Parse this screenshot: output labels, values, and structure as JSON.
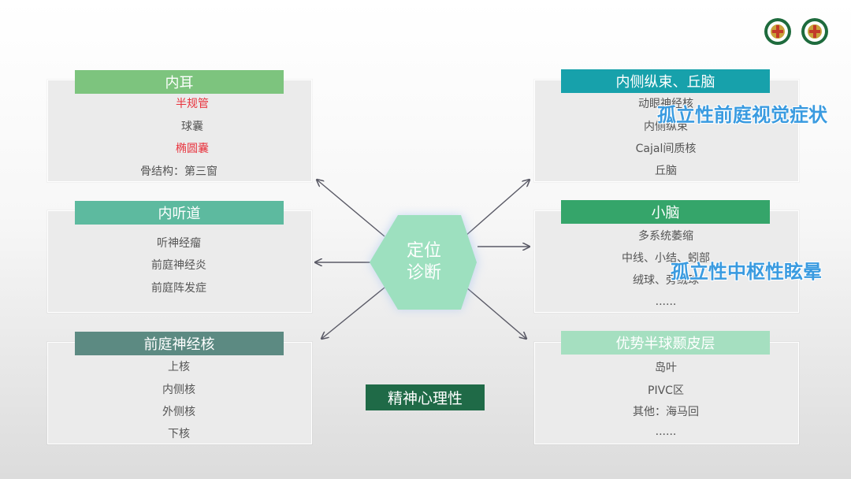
{
  "colors": {
    "header_inner_ear": "#7dc47e",
    "header_iac": "#5dba9f",
    "header_vn": "#5c8a82",
    "header_mlf": "#17a1ab",
    "header_cerebellum": "#35a56a",
    "header_cortex": "#a5dfc0",
    "center_hexagon": "#9de0bf",
    "psych_box": "#1f6a47",
    "overlay_text": "#3a9be0",
    "red_text": "#e8323c"
  },
  "icons": [
    "university-seal-icon",
    "university-seal-icon"
  ],
  "center": {
    "line1": "定位",
    "line2": "诊断"
  },
  "psych_label": "精神心理性",
  "left_panels": [
    {
      "title": "内耳",
      "items": [
        {
          "text": "半规管",
          "red": true
        },
        {
          "text": "球囊",
          "red": false
        },
        {
          "text": "椭圆囊",
          "red": true
        },
        {
          "text": "骨结构：第三窗",
          "red": false
        }
      ]
    },
    {
      "title": "内听道",
      "items": [
        {
          "text": "听神经瘤"
        },
        {
          "text": "前庭神经炎"
        },
        {
          "text": "前庭阵发症"
        }
      ]
    },
    {
      "title": "前庭神经核",
      "items": [
        {
          "text": "上核"
        },
        {
          "text": "内侧核"
        },
        {
          "text": "外侧核"
        },
        {
          "text": "下核"
        }
      ]
    }
  ],
  "right_panels": [
    {
      "title": "内侧纵束、丘脑",
      "items": [
        {
          "text": "动眼神经核"
        },
        {
          "text": "内侧纵束"
        },
        {
          "text": "Cajal间质核"
        },
        {
          "text": "丘脑"
        }
      ]
    },
    {
      "title": "小脑",
      "items": [
        {
          "text": "多系统萎缩"
        },
        {
          "text": "中线、小结、蚓部"
        },
        {
          "text": "绒球、旁绒球"
        },
        {
          "text": "......"
        }
      ]
    },
    {
      "title": "优势半球颞皮层",
      "items": [
        {
          "text": "岛叶"
        },
        {
          "text": "PIVC区"
        },
        {
          "text": "其他：海马回"
        },
        {
          "text": "......"
        }
      ]
    }
  ],
  "overlays": {
    "visual": "孤立性前庭视觉症状",
    "central": "孤立性中枢性眩晕"
  }
}
